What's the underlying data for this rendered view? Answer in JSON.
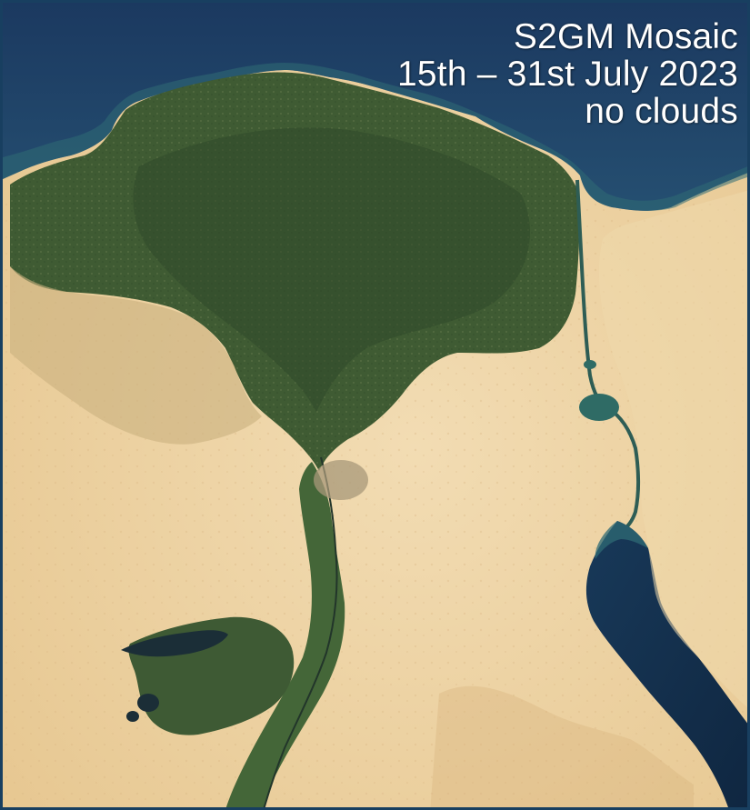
{
  "caption": {
    "title": "S2GM Mosaic",
    "date_range": "15th – 31st July 2023",
    "note": "no clouds"
  },
  "colors": {
    "sea": "#1d3f63",
    "sea_coastal": "#2f6b74",
    "desert": "#e9cf9c",
    "desert_light": "#f0d9ad",
    "delta_green": "#3f5b33",
    "delta_dark": "#30482a",
    "nile_strip": "#446638",
    "red_sea": "#112b46",
    "lake": "#1b2e37",
    "border": "#183f60",
    "caption_text": "#ffffff"
  }
}
